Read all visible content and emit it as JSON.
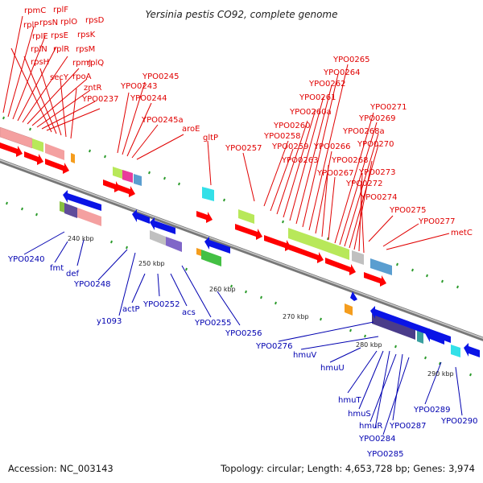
{
  "title": "Yersinia pestis CO92, complete genome",
  "footer": {
    "accession": "Accession: NC_003143",
    "topology": "Topology: circular; Length: 4,653,728 bp; Genes: 3,974"
  },
  "scale_labels": [
    "240 kbp",
    "250 kbp",
    "260 kbp",
    "270 kbp",
    "280 kbp",
    "290 kbp"
  ],
  "forward_strand_labels": [
    "rpmC",
    "rplF",
    "rplP",
    "rpsN",
    "rplO",
    "rpsD",
    "rpIE",
    "rpsE",
    "rpsK",
    "rplN",
    "rplR",
    "rpsM",
    "rpsH",
    "rpmJ",
    "rplQ",
    "secY",
    "rpoA",
    "zntR",
    "YPO0237",
    "YPO0245",
    "YPO0243",
    "YPO0244",
    "YPO0245a",
    "aroE",
    "gltP",
    "YPO0257",
    "YPO0265",
    "YPO0264",
    "YPO0262",
    "YPO0261",
    "YPO0260a",
    "YPO0260",
    "YPO0258",
    "YPO0259",
    "YPO0266",
    "YPO0263",
    "YPO0267",
    "YPO0271",
    "YPO0269",
    "YPO0268a",
    "YPO0270",
    "YPO0268",
    "YPO0273",
    "YPO0272",
    "YPO0274",
    "YPO0275",
    "YPO0277",
    "metC"
  ],
  "reverse_strand_labels": [
    "YPO0240",
    "fmt",
    "def",
    "YPO0248",
    "y1093",
    "actP",
    "YPO0252",
    "acs",
    "YPO0255",
    "YPO0256",
    "YPO0276",
    "hmuV",
    "hmuU",
    "hmuT",
    "hmuS",
    "hmuR",
    "YPO0284",
    "YPO0287",
    "YPO0285",
    "YPO0289",
    "YPO0290"
  ],
  "colors": {
    "forward_gene": "#ff0000",
    "reverse_gene": "#0a14e6",
    "forward_label": "#e00000",
    "reverse_label": "#0000b0",
    "backbone": "#888888",
    "tick": "#2a9a2a"
  }
}
